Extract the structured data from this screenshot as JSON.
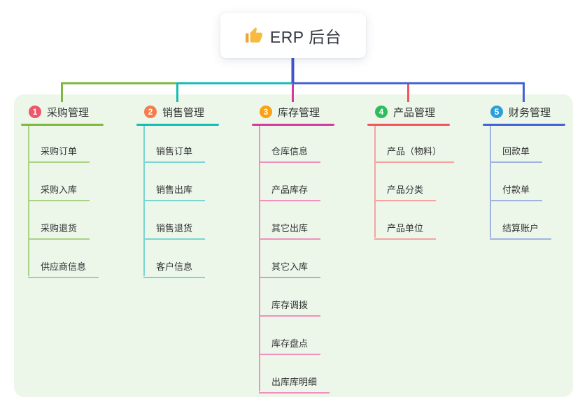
{
  "root": {
    "label": "ERP 后台",
    "icon": "thumbs-up-icon"
  },
  "colors": {
    "page_bg": "#FFFFFF",
    "panel_bg": "#ECF7EA",
    "card_bg": "#FFFFFF",
    "text": "#333333",
    "root_title_text": "#363B44",
    "root_line": "#4253D2",
    "thumb_icon": "#F7BB40",
    "thumb_cuff": "#EDA33C"
  },
  "branches": [
    {
      "num": "1",
      "label": "采购管理",
      "badge_color": "#F0566A",
      "line_color": "#7DB93E",
      "child_line_color": "#A9D287",
      "children": [
        "采购订单",
        "采购入库",
        "采购退货",
        "供应商信息"
      ]
    },
    {
      "num": "2",
      "label": "销售管理",
      "badge_color": "#F87B4A",
      "line_color": "#14BCB4",
      "child_line_color": "#7AD6CF",
      "children": [
        "销售订单",
        "销售出库",
        "销售退货",
        "客户信息"
      ]
    },
    {
      "num": "3",
      "label": "库存管理",
      "badge_color": "#FAA214",
      "line_color": "#D23A9F",
      "child_line_color": "#F090C1",
      "children": [
        "仓库信息",
        "产品库存",
        "其它出库",
        "其它入库",
        "库存调拨",
        "库存盘点",
        "出库库明细"
      ]
    },
    {
      "num": "4",
      "label": "产品管理",
      "badge_color": "#2EBD5B",
      "line_color": "#F4545C",
      "child_line_color": "#F6A3A0",
      "children": [
        "产品（物料）",
        "产品分类",
        "产品单位"
      ]
    },
    {
      "num": "5",
      "label": "财务管理",
      "badge_color": "#2C9FDA",
      "line_color": "#4161D6",
      "child_line_color": "#9FB3E2",
      "children": [
        "回款单",
        "付款单",
        "结算账户"
      ]
    }
  ]
}
